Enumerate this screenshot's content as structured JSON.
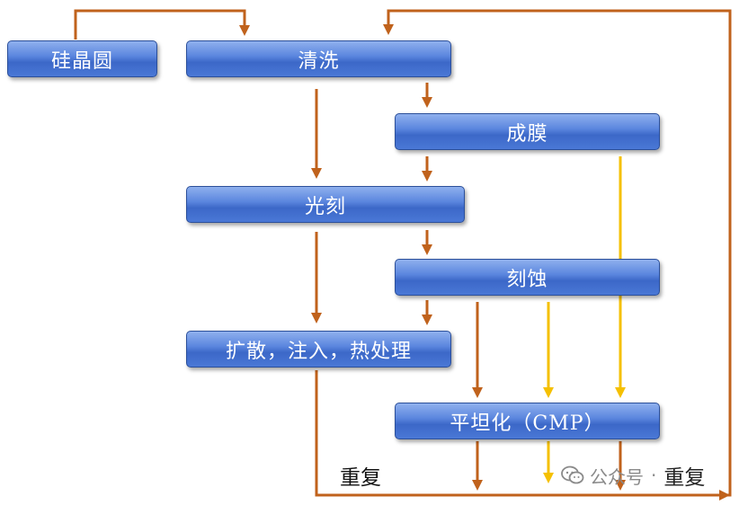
{
  "nodes": {
    "wafer": "硅晶圆",
    "clean": "清洗",
    "film": "成膜",
    "litho": "光刻",
    "etch": "刻蚀",
    "diffusion": "扩散，注入，热处理",
    "cmp": "平坦化（CMP）"
  },
  "repeat_label": "重复",
  "watermark": {
    "icon": "wechat-icon",
    "account": "公众号",
    "separator": "·",
    "text": "重复"
  },
  "colors": {
    "arrow_brown": "#c0621c",
    "arrow_yellow": "#f5c000",
    "node_blue": "#4a78d6"
  }
}
